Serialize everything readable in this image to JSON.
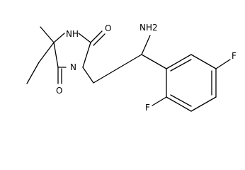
{
  "molecule": {
    "atoms": {
      "nh_ring": "NH",
      "n_ring": "N",
      "o_top": "O",
      "o_bottom": "O",
      "nh2": "NH2",
      "f_right": "F",
      "f_bottom": "F"
    }
  }
}
